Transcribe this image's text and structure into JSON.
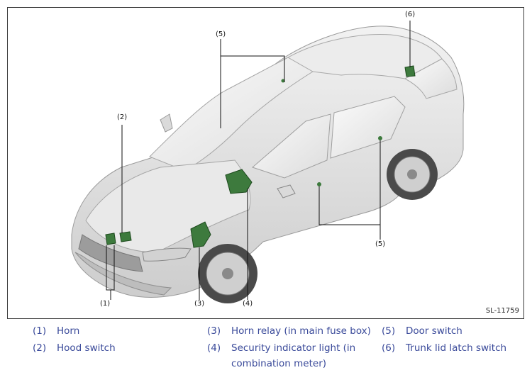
{
  "figure": {
    "id_label": "SL-11759",
    "callouts": {
      "c1": "(1)",
      "c2": "(2)",
      "c3": "(3)",
      "c4": "(4)",
      "c5_top": "(5)",
      "c5_bottom": "(5)",
      "c6": "(6)"
    },
    "colors": {
      "car_body": "#e4e4e4",
      "car_shade": "#cfcfcf",
      "glass": "#f4f4f4",
      "component_green": "#3d7a3d",
      "leader_line": "#111111"
    }
  },
  "legend": [
    {
      "num": "(1)",
      "text": "Horn"
    },
    {
      "num": "(2)",
      "text": "Hood switch"
    },
    {
      "num": "(3)",
      "text": "Horn relay (in main fuse box)"
    },
    {
      "num": "(4)",
      "text": "Security indicator light (in",
      "text2": "combination meter)"
    },
    {
      "num": "(5)",
      "text": "Door switch"
    },
    {
      "num": "(6)",
      "text": "Trunk lid latch switch"
    }
  ]
}
